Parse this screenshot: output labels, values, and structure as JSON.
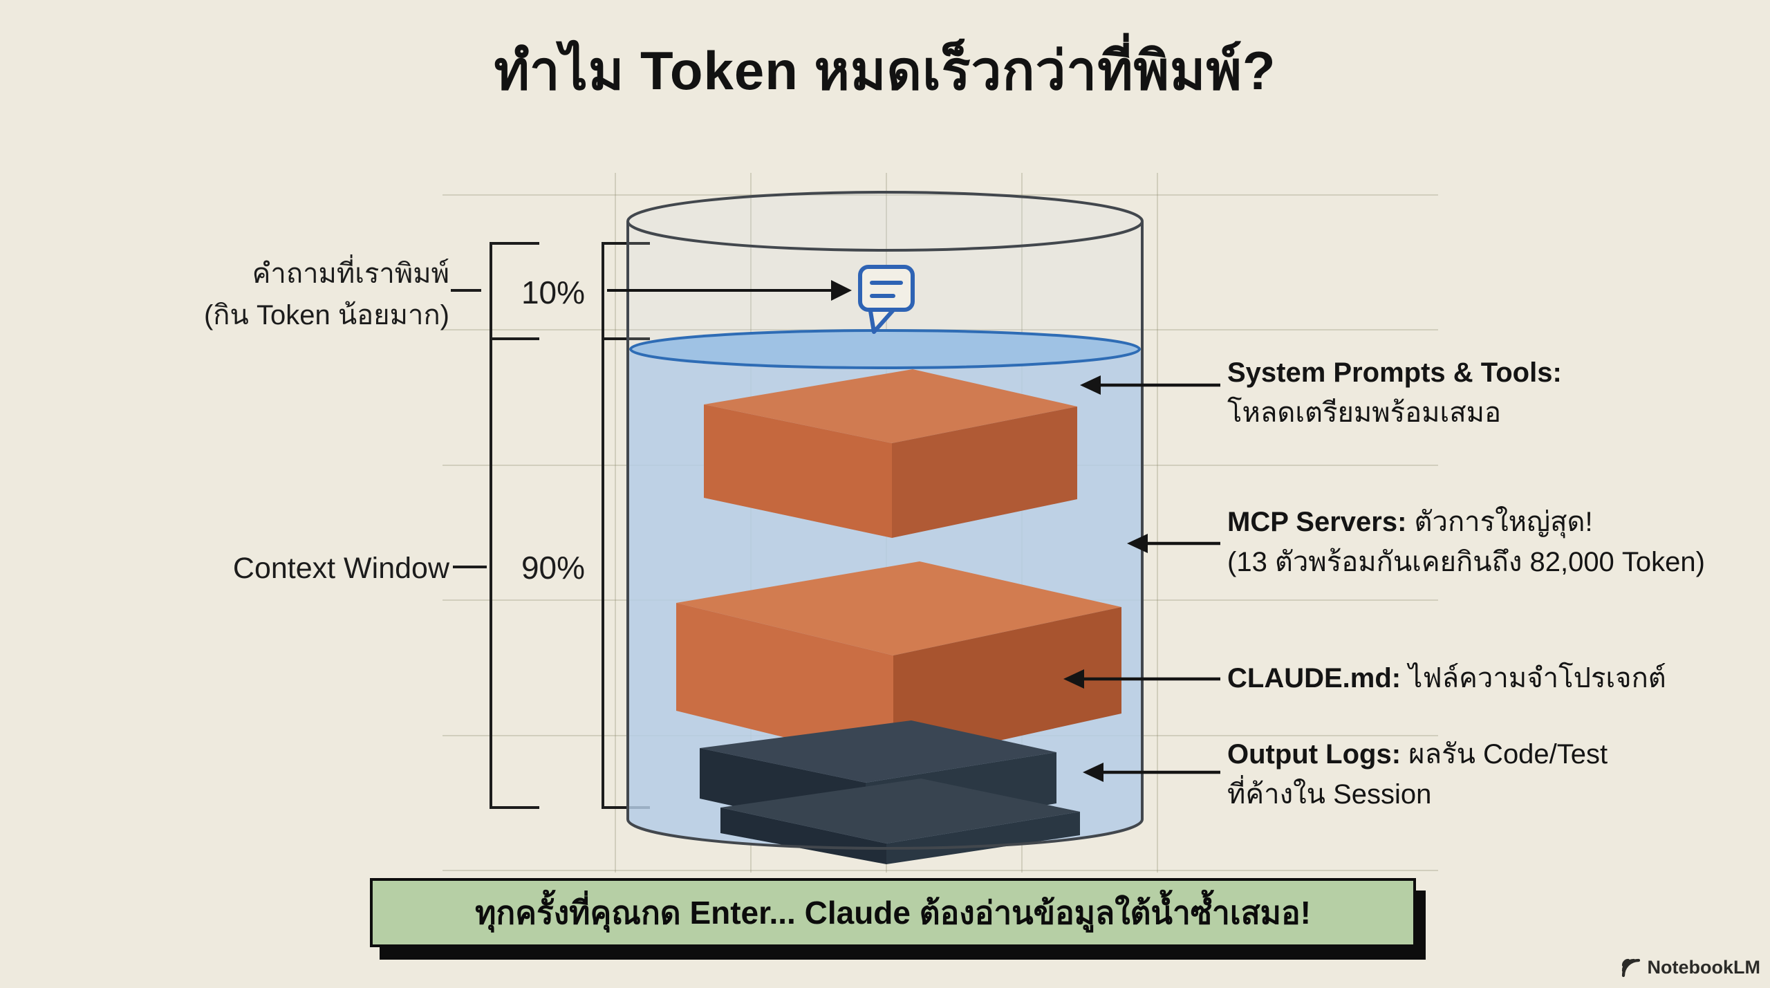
{
  "title": "ทำไม Token หมดเร็วกว่าที่พิมพ์?",
  "left_labels": {
    "typed_question_line1": "คำถามที่เราพิมพ์",
    "typed_question_line2": "(กิน Token น้อยมาก)",
    "typed_question_pct": "10%",
    "context_window": "Context Window",
    "context_window_pct": "90%"
  },
  "annotations": [
    {
      "bold": "System Prompts & Tools:",
      "rest": "",
      "line2": "โหลดเตรียมพร้อมเสมอ"
    },
    {
      "bold": "MCP Servers:",
      "rest": " ตัวการใหญ่สุด!",
      "line2": "(13 ตัวพร้อมกันเคยกินถึง 82,000 Token)"
    },
    {
      "bold": "CLAUDE.md:",
      "rest": " ไฟล์ความจำโปรเจกต์",
      "line2": ""
    },
    {
      "bold": "Output Logs:",
      "rest": " ผลรัน Code/Test",
      "line2": "ที่ค้างใน Session"
    }
  ],
  "banner": "ทุกครั้งที่คุณกด Enter... Claude ต้องอ่านข้อมูลใต้น้ำซ้ำเสมอ!",
  "watermark": "NotebookLM",
  "colors": {
    "background": "#eeeade",
    "orange_block": "#c96a3f",
    "dark_block": "#2a3644",
    "water_blue": "#aac6e4",
    "water_stroke": "#2e6cb5",
    "bubble_blue": "#2e63b4",
    "banner_green": "#b6cfa5",
    "ink": "#171717"
  }
}
